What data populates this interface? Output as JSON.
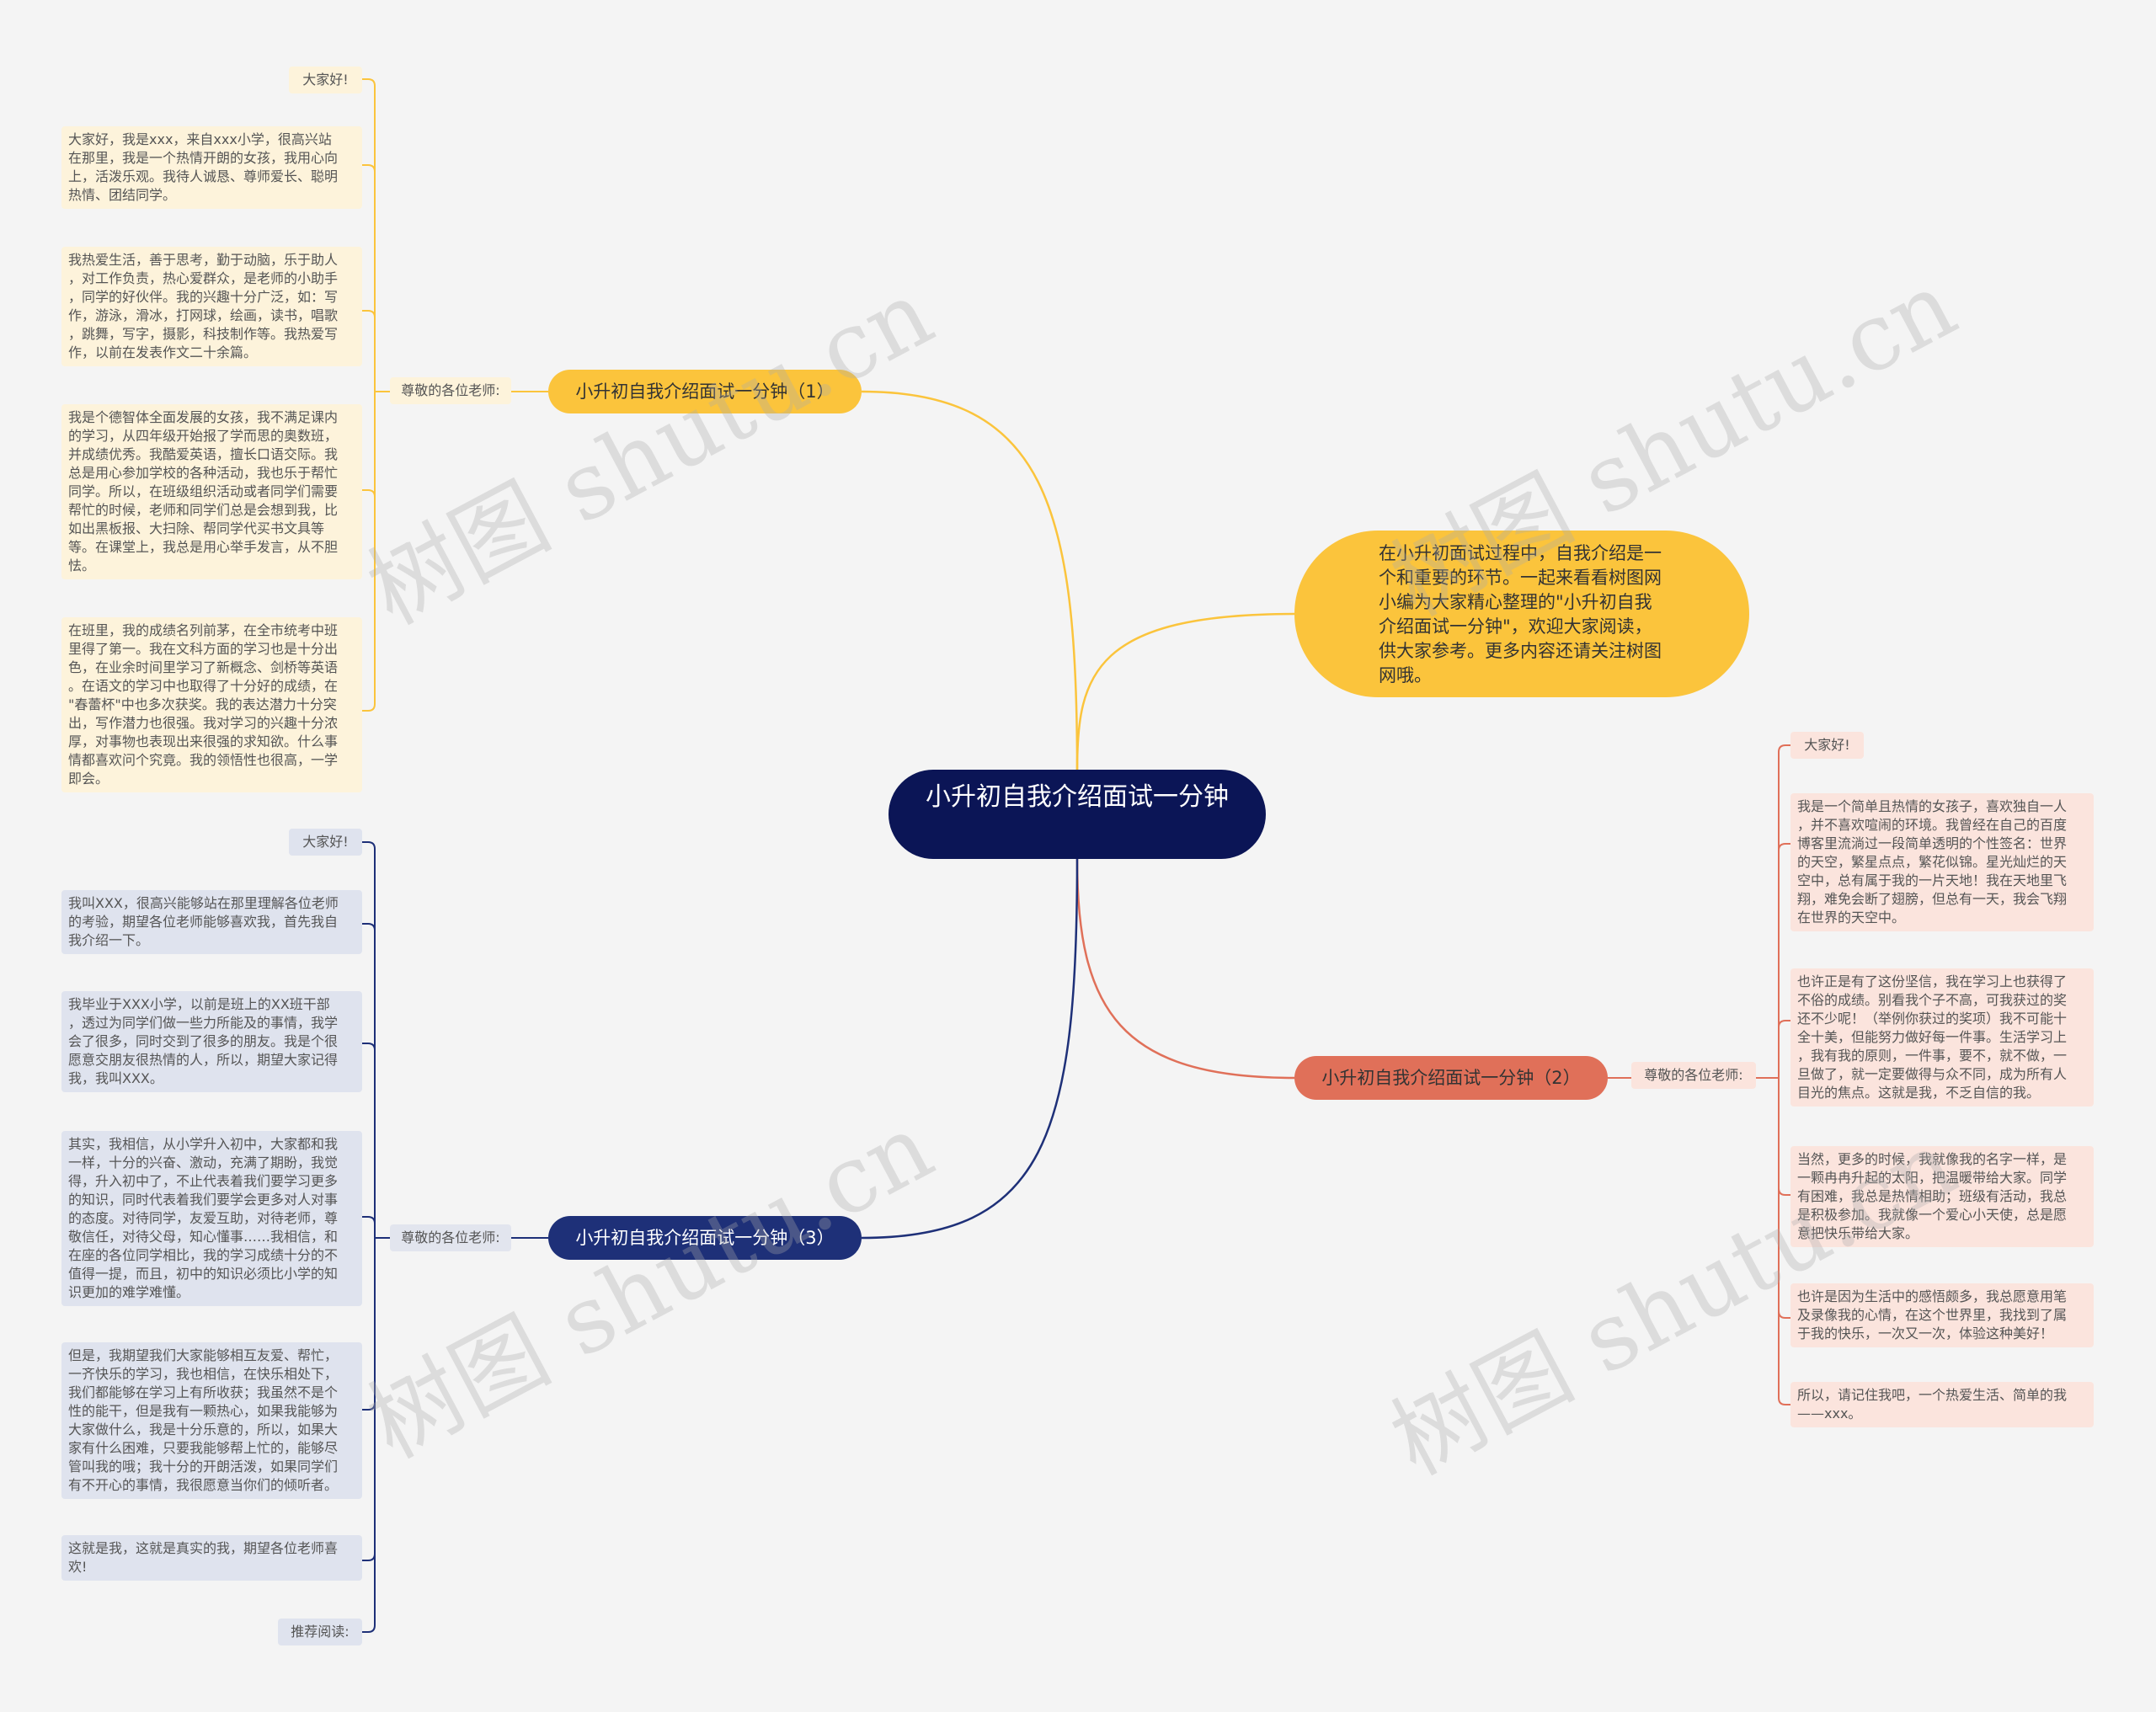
{
  "root": {
    "title": "小升初自我介绍面试一分钟"
  },
  "intro": {
    "text": "在小升初面试过程中，自我介绍是一个和重要的环节。一起来看看树图网小编为大家精心整理的\"小升初自我介绍面试一分钟\"，欢迎大家阅读，供大家参考。更多内容还请关注树图网哦。"
  },
  "branches": [
    {
      "label": "小升初自我介绍面试一分钟（1）",
      "middle": "尊敬的各位老师:",
      "color": "#fbc43c",
      "leaves": [
        "大家好!",
        "大家好，我是xxx，来自xxx小学，很高兴站\n在那里，我是一个热情开朗的女孩，我用心向\n上，活泼乐观。我待人诚恳、尊师爱长、聪明\n热情、团结同学。",
        "我热爱生活，善于思考，勤于动脑，乐于助人\n，对工作负责，热心爱群众，是老师的小助手\n，同学的好伙伴。我的兴趣十分广泛，如：写\n作，游泳，滑冰，打网球，绘画，读书，唱歌\n，跳舞，写字，摄影，科技制作等。我热爱写\n作，以前在发表作文二十余篇。",
        "我是个德智体全面发展的女孩，我不满足课内\n的学习，从四年级开始报了学而思的奥数班，\n并成绩优秀。我酷爱英语，擅长口语交际。我\n总是用心参加学校的各种活动，我也乐于帮忙\n同学。所以，在班级组织活动或者同学们需要\n帮忙的时候，老师和同学们总是会想到我，比\n如出黑板报、大扫除、帮同学代买书文具等\n等。在课堂上，我总是用心举手发言，从不胆\n怯。",
        "在班里，我的成绩名列前茅，在全市统考中班\n里得了第一。我在文科方面的学习也是十分出\n色，在业余时间里学习了新概念、剑桥等英语\n。在语文的学习中也取得了十分好的成绩，在\n\"春蕾杯\"中也多次获奖。我的表达潜力十分突\n出，写作潜力也很强。我对学习的兴趣十分浓\n厚，对事物也表现出来很强的求知欲。什么事\n情都喜欢问个究竟。我的领悟性也很高，一学\n即会。"
      ]
    },
    {
      "label": "小升初自我介绍面试一分钟（2）",
      "middle": "尊敬的各位老师:",
      "color": "#e07059",
      "leaves": [
        "大家好!",
        "我是一个简单且热情的女孩子，喜欢独自一人\n，并不喜欢喧闹的环境。我曾经在自己的百度\n博客里流淌过一段简单透明的个性签名：世界\n的天空，繁星点点，繁花似锦。星光灿烂的天\n空中，总有属于我的一片天地！我在天地里飞\n翔，难免会断了翅膀，但总有一天，我会飞翔\n在世界的天空中。",
        "也许正是有了这份坚信，我在学习上也获得了\n不俗的成绩。别看我个子不高，可我获过的奖\n还不少呢！（举例你获过的奖项）我不可能十\n全十美，但能努力做好每一件事。生活学习上\n，我有我的原则，一件事，要不，就不做，一\n旦做了，就一定要做得与众不同，成为所有人\n目光的焦点。这就是我，不乏自信的我。",
        "当然，更多的时候，我就像我的名字一样，是\n一颗冉冉升起的太阳，把温暖带给大家。同学\n有困难，我总是热情相助；班级有活动，我总\n是积极参加。我就像一个爱心小天使，总是愿\n意把快乐带给大家。",
        "也许是因为生活中的感悟颇多，我总愿意用笔\n及录像我的心情，在这个世界里，我找到了属\n于我的快乐，一次又一次，体验这种美好！",
        "所以，请记住我吧，一个热爱生活、简单的我\n——xxx。"
      ]
    },
    {
      "label": "小升初自我介绍面试一分钟（3）",
      "middle": "尊敬的各位老师:",
      "color": "#1e3078",
      "leaves": [
        "大家好!",
        "我叫XXX，很高兴能够站在那里理解各位老师\n的考验，期望各位老师能够喜欢我，首先我自\n我介绍一下。",
        "我毕业于XXX小学，以前是班上的XX班干部\n，透过为同学们做一些力所能及的事情，我学\n会了很多，同时交到了很多的朋友。我是个很\n愿意交朋友很热情的人，所以，期望大家记得\n我，我叫XXX。",
        "其实，我相信，从小学升入初中，大家都和我\n一样，十分的兴奋、激动，充满了期盼，我觉\n得，升入初中了，不止代表着我们要学习更多\n的知识，同时代表着我们要学会更多对人对事\n的态度。对待同学，友爱互助，对待老师，尊\n敬信任，对待父母，知心懂事……我相信，和\n在座的各位同学相比，我的学习成绩十分的不\n值得一提，而且，初中的知识必须比小学的知\n识更加的难学难懂。",
        "但是，我期望我们大家能够相互友爱、帮忙，\n一齐快乐的学习，我也相信，在快乐相处下，\n我们都能够在学习上有所收获；我虽然不是个\n性的能干，但是我有一颗热心，如果我能够为\n大家做什么，我是十分乐意的，所以，如果大\n家有什么困难，只要我能够帮上忙的，能够尽\n管叫我的哦；我十分的开朗活泼，如果同学们\n有不开心的事情，我很愿意当你们的倾听者。",
        "这就是我，这就是真实的我，期望各位老师喜\n欢!",
        "推荐阅读:"
      ]
    }
  ],
  "watermark": "树图 shutu.cn"
}
